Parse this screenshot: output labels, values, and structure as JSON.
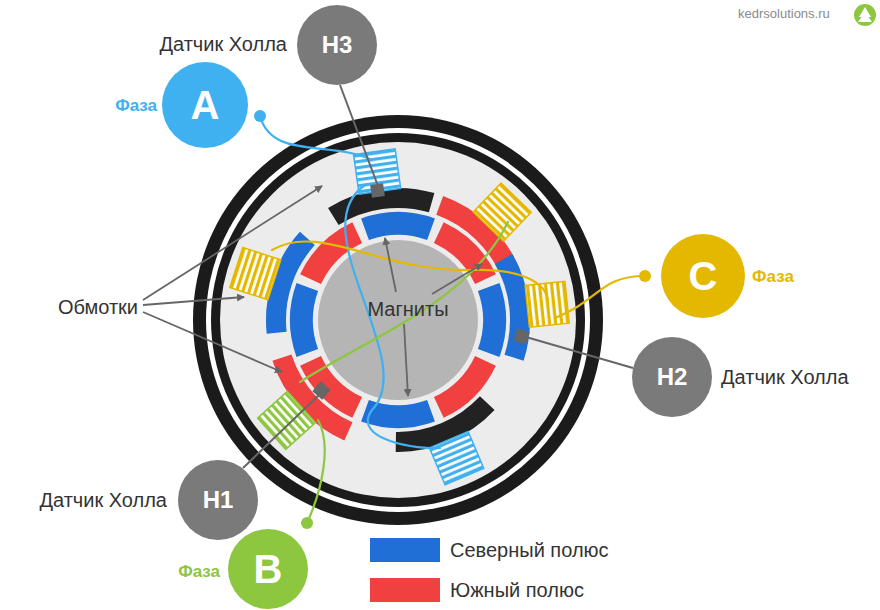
{
  "diagram": {
    "nodes": [
      {
        "text": [
          "H3"
        ]
      },
      {
        "text": [
          "A"
        ]
      },
      {
        "text": [
          "C"
        ]
      },
      {
        "text": [
          "H2"
        ]
      },
      {
        "text": [
          "H1"
        ]
      },
      {
        "text": [
          "B"
        ]
      }
    ],
    "labels": [
      "kedrsolutions.ru",
      "Датчик Холла",
      "Фаза",
      "Обмотки",
      "Магниты",
      "Фаза",
      "Датчик Холла",
      "Датчик Холла",
      "Фаза"
    ],
    "legend": [
      {
        "text": "Северный полюс",
        "color": "#1f6fd6"
      },
      {
        "text": "Южный полюс",
        "color": "#f04040"
      }
    ]
  }
}
